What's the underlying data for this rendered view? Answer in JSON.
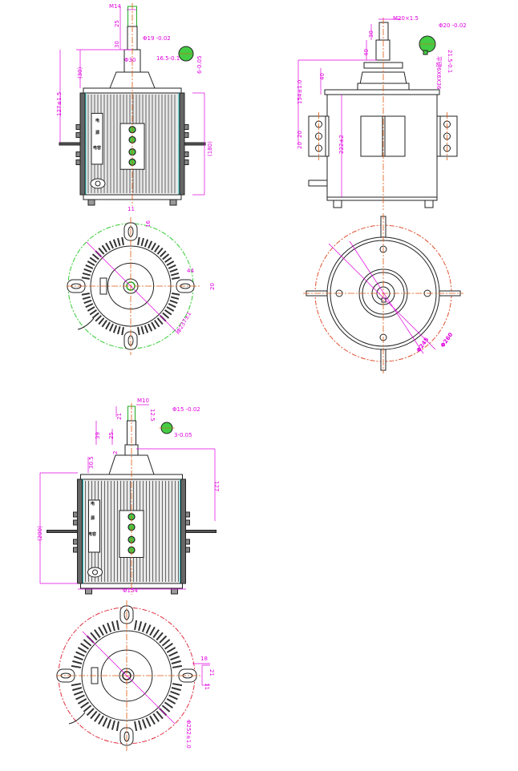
{
  "colors": {
    "outline": "#222222",
    "center_line": "#e05a10",
    "dimension": "#e000e0",
    "fit_circle_1": "#33cc33",
    "fit_circle_2": "#e05030",
    "fit_circle_3": "#e03040",
    "key_fill": "#44cc44",
    "fin_cyan": "#33cccc"
  },
  "motor_1": {
    "side": {
      "thread": "M14",
      "thread_len": "25",
      "shaft_len": "30",
      "shaft_dia": "Φ19 -0.02",
      "collar_dia": "Φ30",
      "dome_height": "(30)",
      "mount_height": "127±1.5",
      "body_height": "(180)",
      "key_width": "16.5-0.1",
      "key_depth": "6-0.05",
      "plate_text": [
        "电",
        "源",
        "电容"
      ]
    },
    "end": {
      "lug_width": "11",
      "lug_slot": "16",
      "side_lug_len": "44",
      "side_lug_w": "20",
      "mount_circle": "Φ237±1"
    }
  },
  "motor_2": {
    "side": {
      "thread": "M20×1.5",
      "thread_len": "30",
      "shaft_len": "40",
      "dome_height": "40",
      "mount_height": "154±1.0",
      "bracket_pitch_1": "20",
      "bracket_pitch_2": "20",
      "body_height": "222±2",
      "shaft_dia": "Φ20 -0.02",
      "key_depth": "21.5-0.1",
      "key_spec": "平键6X6X36"
    },
    "end": {
      "dia_1": "Φ245",
      "dia_2": "Φ260"
    }
  },
  "motor_3": {
    "side": {
      "thread": "M10",
      "thread_len": "12.5",
      "step_len": "21",
      "shaft_len": "25",
      "total_shaft": "39",
      "collar": "2",
      "dome_height": "30.5",
      "mount_height": "127",
      "body_height": "(200)",
      "body_dia": "Φ154",
      "shaft_dia": "Φ15 -0.02",
      "key_depth": "3-0.05",
      "plate_text": [
        "电",
        "源",
        "电容"
      ]
    },
    "end": {
      "lug_slot": "18",
      "lug_w": "21",
      "lug_hole": "11",
      "mount_circle": "Φ252±1.0"
    }
  }
}
